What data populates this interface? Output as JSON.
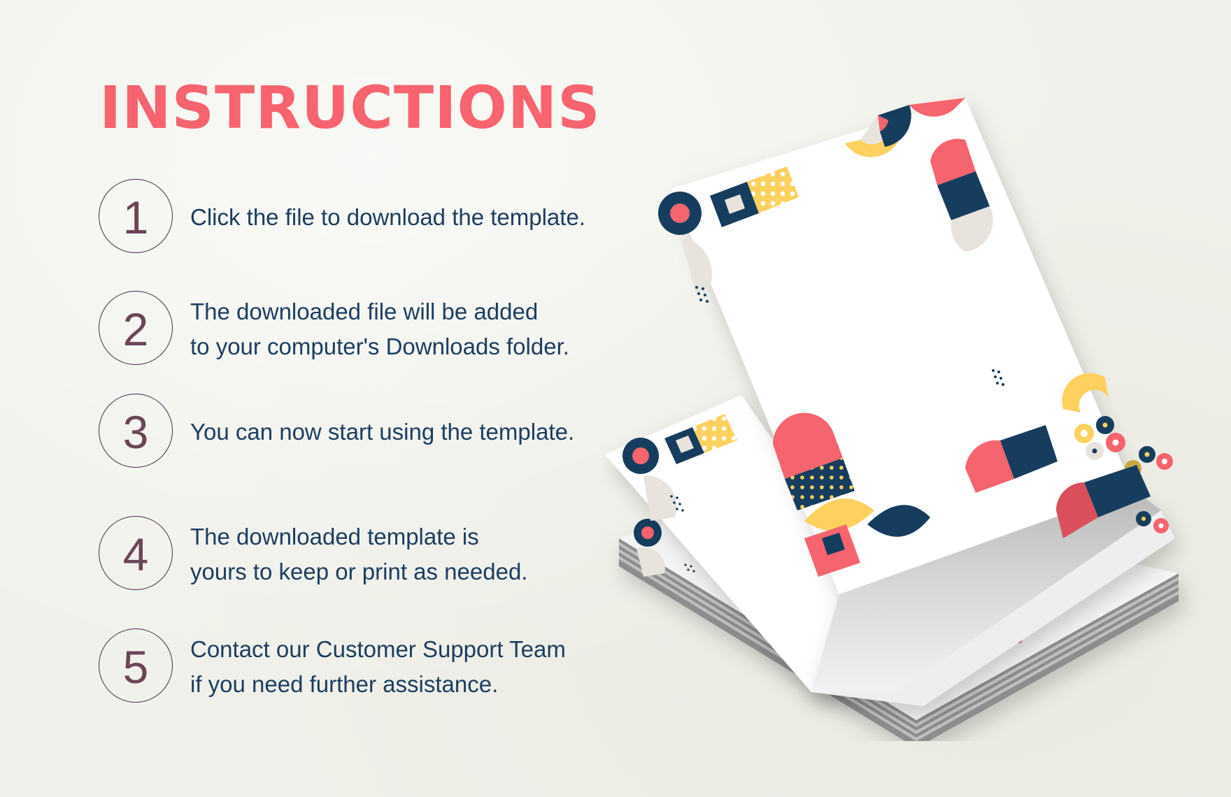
{
  "page": {
    "title": "INSTRUCTIONS",
    "colors": {
      "title": "#F7636F",
      "step_text": "#1B3D5F",
      "step_number": "#6B4556",
      "circle_border": "#4B2A49",
      "background": "#F1F1EB",
      "navy": "#163D5E",
      "coral": "#F5646F",
      "yellow": "#FDD160",
      "beige": "#E8E3DC"
    }
  },
  "steps": [
    {
      "number": "1",
      "lines": [
        "Click the file to download the template."
      ]
    },
    {
      "number": "2",
      "lines": [
        "The downloaded file will be added",
        "to your computer's Downloads folder."
      ]
    },
    {
      "number": "3",
      "lines": [
        "You can now start using the template."
      ]
    },
    {
      "number": "4",
      "lines": [
        "The downloaded template is",
        "yours to keep or print as needed."
      ]
    },
    {
      "number": "5",
      "lines": [
        "Contact our Customer Support Team",
        "if you need further assistance."
      ]
    }
  ],
  "mockup": {
    "description": "Stack of geometric-pattern letterhead template pages",
    "icon": "document-stack-illustration"
  }
}
